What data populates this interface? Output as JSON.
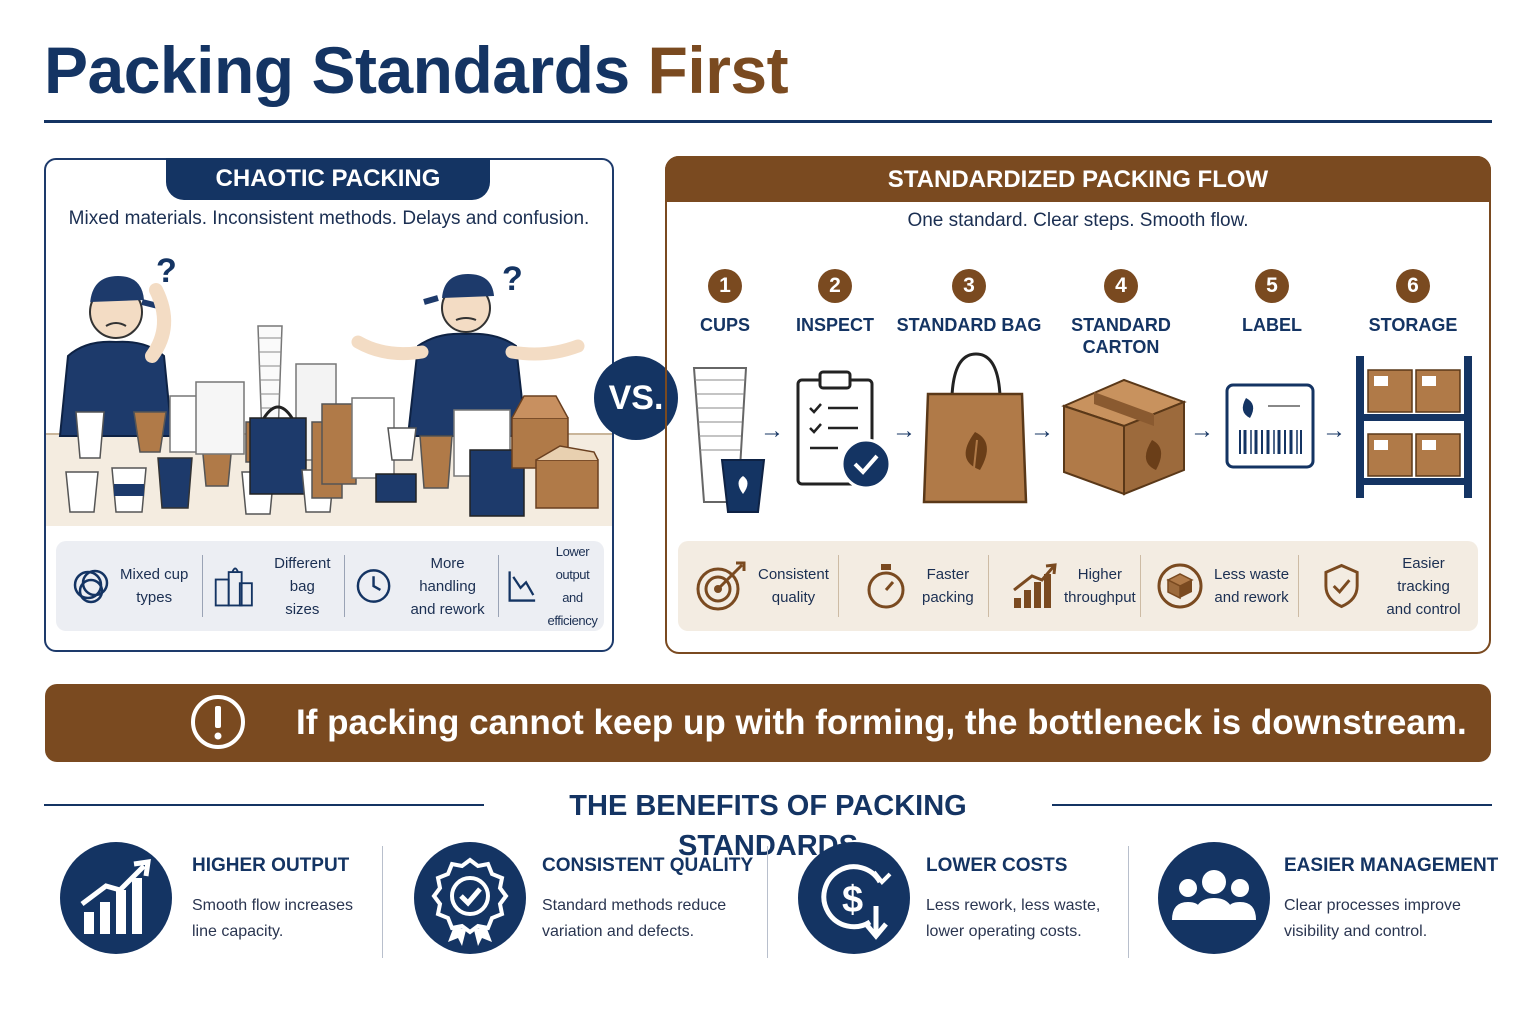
{
  "title": {
    "part1": "Packing Standards",
    "part2": "First"
  },
  "chaotic": {
    "header": "CHAOTIC PACKING",
    "subtitle": "Mixed materials. Inconsistent methods. Delays and confusion.",
    "question_mark": "?",
    "problems": [
      {
        "line1": "Mixed cup",
        "line2": "types",
        "icon": "tangled-circles-icon"
      },
      {
        "line1": "Different bag",
        "line2": "sizes",
        "icon": "bags-icon"
      },
      {
        "line1": "More handling",
        "line2": "and rework",
        "icon": "clock-icon"
      },
      {
        "line1": "Lower output",
        "line2": "and efficiency",
        "icon": "declining-chart-icon"
      }
    ]
  },
  "vs_label": "VS.",
  "standardized": {
    "header": "STANDARDIZED PACKING FLOW",
    "subtitle": "One standard. Clear steps. Smooth flow.",
    "steps": [
      {
        "num": "1",
        "line1": "CUPS",
        "line2": ""
      },
      {
        "num": "2",
        "line1": "INSPECT",
        "line2": ""
      },
      {
        "num": "3",
        "line1": "STANDARD BAG",
        "line2": ""
      },
      {
        "num": "4",
        "line1": "STANDARD",
        "line2": "CARTON"
      },
      {
        "num": "5",
        "line1": "LABEL",
        "line2": ""
      },
      {
        "num": "6",
        "line1": "STORAGE",
        "line2": ""
      }
    ],
    "outcomes": [
      {
        "line1": "Consistent",
        "line2": "quality",
        "icon": "target-icon"
      },
      {
        "line1": "Faster",
        "line2": "packing",
        "icon": "stopwatch-icon"
      },
      {
        "line1": "Higher",
        "line2": "throughput",
        "icon": "rising-bars-icon"
      },
      {
        "line1": "Less waste",
        "line2": "and rework",
        "icon": "box-icon"
      },
      {
        "line1": "Easier tracking",
        "line2": "and control",
        "icon": "shield-check-icon"
      }
    ]
  },
  "banner": {
    "text": "If packing cannot keep up with forming, the bottleneck is downstream.",
    "icon": "exclamation-icon"
  },
  "benefits": {
    "title": "THE BENEFITS OF PACKING STANDARDS",
    "items": [
      {
        "head": "HIGHER OUTPUT",
        "line1": "Smooth flow increases",
        "line2": "line capacity.",
        "icon": "growth-chart-icon"
      },
      {
        "head": "CONSISTENT QUALITY",
        "line1": "Standard methods reduce",
        "line2": "variation and defects.",
        "icon": "award-badge-icon"
      },
      {
        "head": "LOWER COSTS",
        "line1": "Less rework, less waste,",
        "line2": "lower operating costs.",
        "icon": "dollar-down-icon"
      },
      {
        "head": "EASIER MANAGEMENT",
        "line1": "Clear processes improve",
        "line2": "visibility and control.",
        "icon": "team-icon"
      }
    ]
  },
  "colors": {
    "navy": "#143463",
    "brown": "#7a4a20",
    "kraft": "#b07a48",
    "cream": "#f3ece2"
  }
}
